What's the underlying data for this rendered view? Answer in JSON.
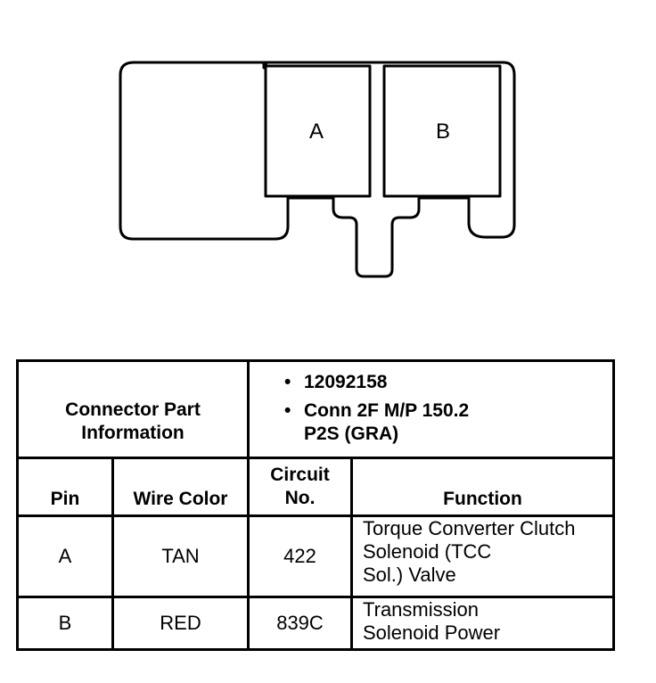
{
  "connector": {
    "pin_a_label": "A",
    "pin_b_label": "B"
  },
  "part_info": {
    "label_line1": "Connector Part",
    "label_line2": "Information",
    "bullet_symbol": "•",
    "part_number": "12092158",
    "conn_line1": "Conn 2F M/P 150.2",
    "conn_line2": "P2S (GRA)"
  },
  "headers": {
    "pin": "Pin",
    "wire_color": "Wire Color",
    "circuit_line1": "Circuit",
    "circuit_line2": "No.",
    "function": "Function"
  },
  "rows": [
    {
      "pin": "A",
      "wire_color": "TAN",
      "circuit": "422",
      "function_lines": [
        "Torque Converter Clutch",
        "Solenoid (TCC",
        "Sol.) Valve"
      ]
    },
    {
      "pin": "B",
      "wire_color": "RED",
      "circuit": "839C",
      "function_lines": [
        "Transmission",
        "Solenoid Power"
      ]
    }
  ]
}
